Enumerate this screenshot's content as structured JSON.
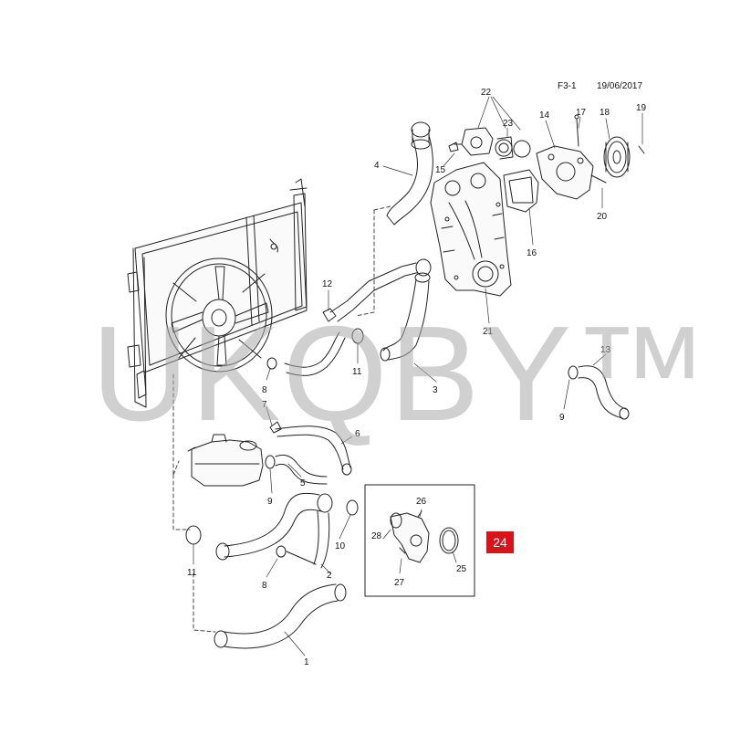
{
  "header": {
    "figure_code": "F3-1",
    "date": "19/06/2017"
  },
  "watermark": {
    "text": "UKQBY™"
  },
  "highlight": {
    "label": "24",
    "color": "#d8141b"
  },
  "callouts": [
    {
      "id": "c22",
      "label": "22"
    },
    {
      "id": "c23",
      "label": "23"
    },
    {
      "id": "c14",
      "label": "14"
    },
    {
      "id": "c17",
      "label": "17"
    },
    {
      "id": "c18",
      "label": "18"
    },
    {
      "id": "c19",
      "label": "19"
    },
    {
      "id": "c4",
      "label": "4"
    },
    {
      "id": "c15",
      "label": "15"
    },
    {
      "id": "c20",
      "label": "20"
    },
    {
      "id": "c16",
      "label": "16"
    },
    {
      "id": "c12",
      "label": "12"
    },
    {
      "id": "c21",
      "label": "21"
    },
    {
      "id": "c13",
      "label": "13"
    },
    {
      "id": "c11a",
      "label": "11"
    },
    {
      "id": "c3",
      "label": "3"
    },
    {
      "id": "c8a",
      "label": "8"
    },
    {
      "id": "c9a",
      "label": "9"
    },
    {
      "id": "c7",
      "label": "7"
    },
    {
      "id": "c6",
      "label": "6"
    },
    {
      "id": "c5",
      "label": "5"
    },
    {
      "id": "c9b",
      "label": "9"
    },
    {
      "id": "c26",
      "label": "26"
    },
    {
      "id": "c28",
      "label": "28"
    },
    {
      "id": "c10",
      "label": "10"
    },
    {
      "id": "c25",
      "label": "25"
    },
    {
      "id": "c27",
      "label": "27"
    },
    {
      "id": "c11b",
      "label": "11"
    },
    {
      "id": "c8b",
      "label": "8"
    },
    {
      "id": "c2",
      "label": "2"
    },
    {
      "id": "c1",
      "label": "1"
    }
  ]
}
